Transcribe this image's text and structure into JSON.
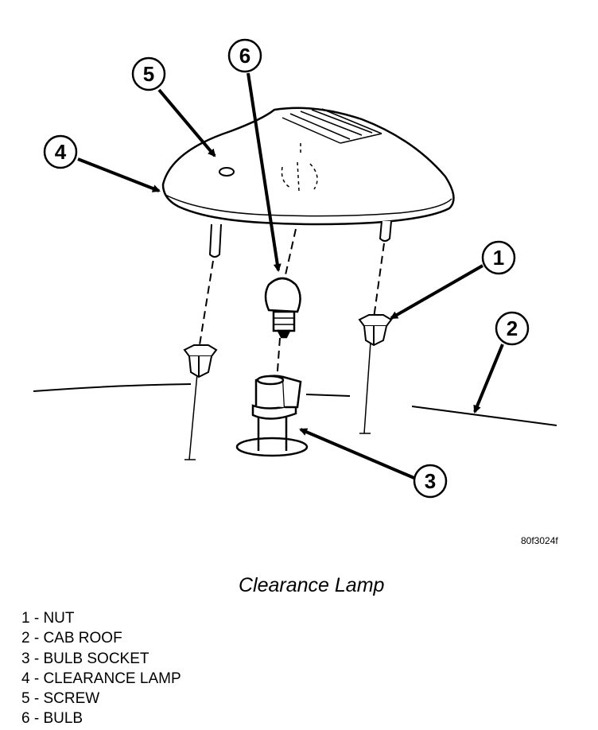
{
  "figure_id": "80f3024f",
  "caption": "Clearance Lamp",
  "callouts": [
    {
      "number": "1"
    },
    {
      "number": "2"
    },
    {
      "number": "3"
    },
    {
      "number": "4"
    },
    {
      "number": "5"
    },
    {
      "number": "6"
    }
  ],
  "legend": [
    {
      "label": "1 - NUT"
    },
    {
      "label": "2 - CAB ROOF"
    },
    {
      "label": "3 - BULB SOCKET"
    },
    {
      "label": "4 - CLEARANCE LAMP"
    },
    {
      "label": "5 - SCREW"
    },
    {
      "label": "6 - BULB"
    }
  ]
}
